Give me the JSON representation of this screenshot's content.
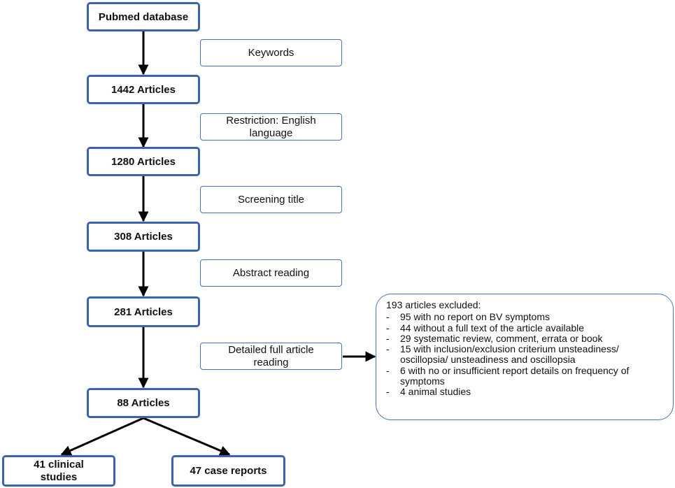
{
  "main_flow": {
    "database": "Pubmed database",
    "step1": "1442 Articles",
    "step2": "1280 Articles",
    "step3": "308 Articles",
    "step4": "281 Articles",
    "step5": "88 Articles",
    "clinical": "41 clinical studies",
    "cases": "47 case reports"
  },
  "filters": {
    "keywords": "Keywords",
    "restriction": "Restriction: English language",
    "screening": "Screening title",
    "abstract": "Abstract reading",
    "full_reading": "Detailed full article reading"
  },
  "exclusions": {
    "title": "193 articles excluded:",
    "items": [
      "95 with no report on BV symptoms",
      "44 without a full text of the article available",
      "29 systematic review, comment, errata or book",
      "15 with inclusion/exclusion criterium unsteadiness/ oscillopsia/ unsteadiness and oscillopsia",
      "6 with no or insufficient report details on frequency of symptoms",
      "4 animal studies"
    ]
  },
  "colors": {
    "box_border": "#3a64b0",
    "arrow": "#000000"
  }
}
